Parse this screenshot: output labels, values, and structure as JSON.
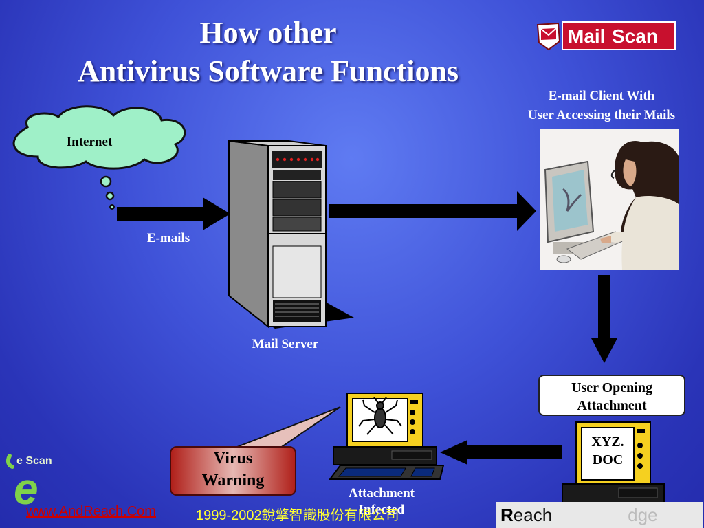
{
  "title": {
    "line1": "How other",
    "line2": "Antivirus Software Functions"
  },
  "logo": {
    "part1": "Mail",
    "part2": "Scan",
    "icon": "envelope-shield-icon"
  },
  "nodes": {
    "internet": "Internet",
    "emails": "E-mails",
    "mail_server": "Mail Server",
    "client_line1": "E-mail Client With",
    "client_line2": "User Accessing their Mails",
    "user_opening_line1": "User Opening",
    "user_opening_line2": "Attachment",
    "file_line1": "XYZ.",
    "file_line2": "DOC",
    "attachment_line1": "Attachment",
    "attachment_line2": "Infected",
    "virus_line1": "Virus",
    "virus_line2": "Warning"
  },
  "corner_logo": {
    "text": "e Scan",
    "letter": "e"
  },
  "footer": {
    "url": "www.AndReach.Com",
    "copyright": "1999-2002銳擎智識股份有限公司",
    "reach_r": "R",
    "reach_rest": "each",
    "reach_tail": "dge"
  },
  "colors": {
    "background": "#3f52d8",
    "cloud": "#9ff0c8",
    "monitor": "#f5d020",
    "warning": "#b0201a",
    "footer_url": "#cc0000",
    "footer_copy": "#ffff33"
  }
}
